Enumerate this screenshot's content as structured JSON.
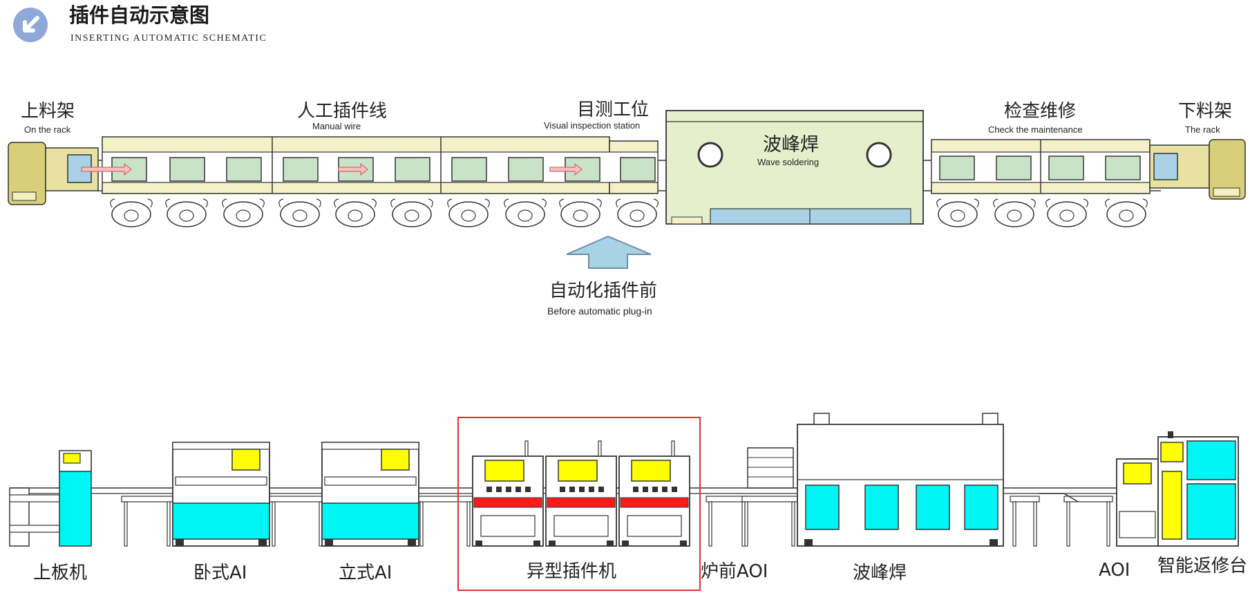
{
  "header": {
    "title": "插件自动示意图",
    "subtitle": "INSERTING AUTOMATIC SCHEMATIC"
  },
  "top_line": {
    "stations": [
      {
        "zh": "上料架",
        "en": "On the rack"
      },
      {
        "zh": "人工插件线",
        "en": "Manual wire"
      },
      {
        "zh": "目测工位",
        "en": "Visual inspection station"
      },
      {
        "zh": "波峰焊",
        "en": "Wave soldering"
      },
      {
        "zh": "检查维修",
        "en": "Check the maintenance"
      },
      {
        "zh": "下料架",
        "en": "The rack"
      }
    ],
    "caption": {
      "zh": "自动化插件前",
      "en": "Before automatic plug-in"
    }
  },
  "bottom_line": {
    "stations": [
      "上板机",
      "卧式AI",
      "立式AI",
      "异型插件机",
      "炉前AOI",
      "波峰焊",
      "AOI",
      "智能返修台"
    ],
    "highlighted": "异型插件机"
  },
  "colors": {
    "icon_blue": "#8fa8d8",
    "frame_yellow": "#f4f1c8",
    "oven_green": "#e6efcc",
    "panel_green": "#c9e3c9",
    "light_blue": "#a9d2e6",
    "cyan": "#00f5f5",
    "yellow": "#ffff00",
    "red": "#ff1a1a",
    "highlight_box": "#e03030"
  }
}
